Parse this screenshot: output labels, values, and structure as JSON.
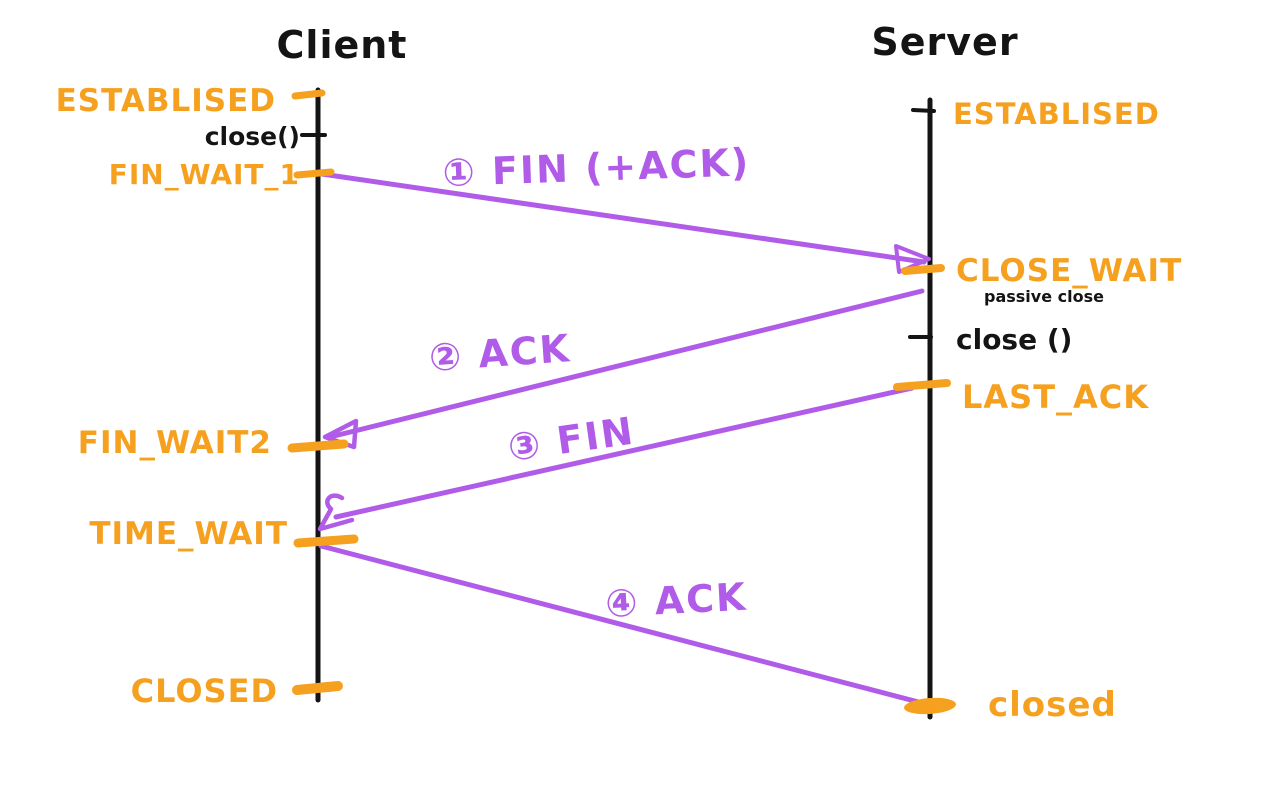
{
  "colors": {
    "state": "#F5A01F",
    "message": "#B15CE8",
    "ink": "#141414"
  },
  "titles": {
    "client": "Client",
    "server": "Server"
  },
  "client": {
    "established": "ESTABLISED",
    "close_event": "close()",
    "fin_wait_1": "FIN_WAIT_1",
    "fin_wait_2": "FIN_WAIT2",
    "time_wait": "TIME_WAIT",
    "closed": "CLOSED"
  },
  "server": {
    "established": "ESTABLISED",
    "close_wait": "CLOSE_WAIT",
    "passive_close": "passive close",
    "close_event": "close ()",
    "last_ack": "LAST_ACK",
    "closed": "closed"
  },
  "messages": {
    "m1": "① FIN (+ACK)",
    "m2": "② ACK",
    "m3": "③ FIN",
    "m4": "④ ACK"
  }
}
